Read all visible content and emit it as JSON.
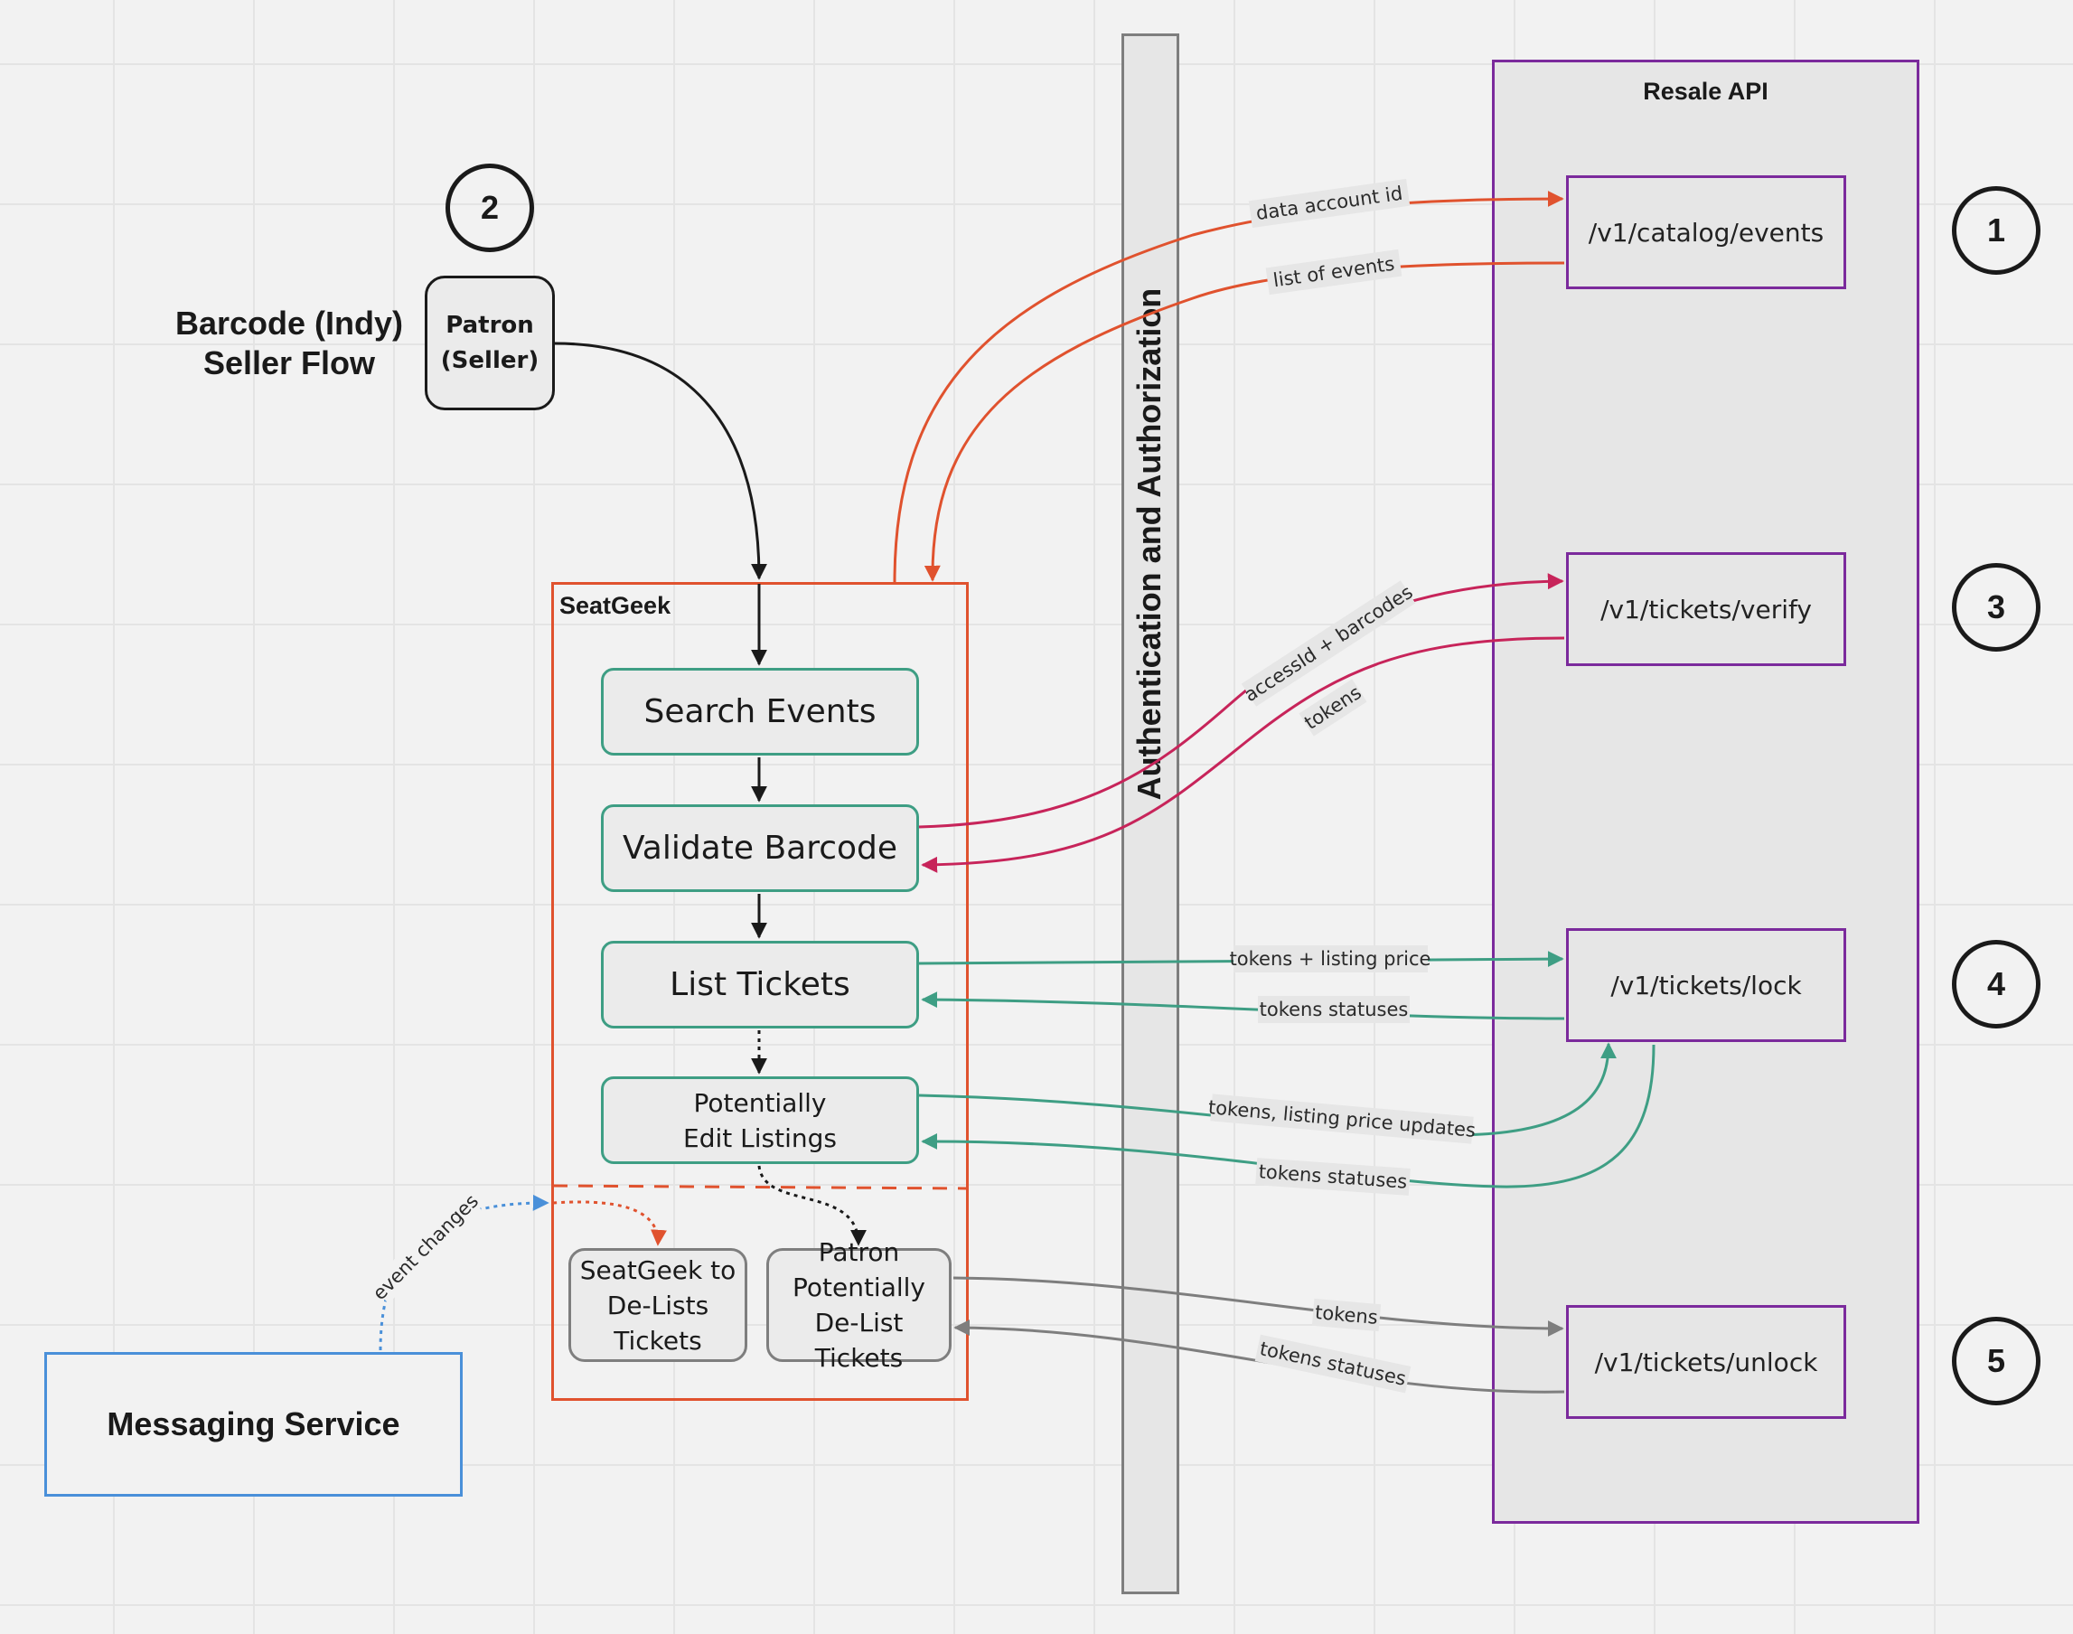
{
  "flow_title_line1": "Barcode (Indy)",
  "flow_title_line2": "Seller Flow",
  "patron": {
    "line1": "Patron",
    "line2": "(Seller)"
  },
  "messaging_service": "Messaging Service",
  "auth_bar_label": "Authentication and Authorization",
  "resale_api": {
    "title": "Resale API",
    "endpoints": [
      "/v1/catalog/events",
      "/v1/tickets/verify",
      "/v1/tickets/lock",
      "/v1/tickets/unlock"
    ]
  },
  "badges": [
    "1",
    "2",
    "3",
    "4",
    "5"
  ],
  "seatgeek": {
    "title": "SeatGeek",
    "steps": {
      "search_events": "Search Events",
      "validate_barcode": "Validate Barcode",
      "list_tickets": "List Tickets",
      "edit_line1": "Potentially",
      "edit_line2": "Edit Listings",
      "sg_delist_line1": "SeatGeek to",
      "sg_delist_line2": "De-Lists",
      "sg_delist_line3": "Tickets",
      "patron_delist_line1": "Patron",
      "patron_delist_line2": "Potentially",
      "patron_delist_line3": "De-List Tickets"
    }
  },
  "connector_labels": {
    "data_account_id": "data account id",
    "list_of_events": "list of events",
    "accessid_barcodes": "accessId + barcodes",
    "tokens_verify": "tokens",
    "tokens_listing_price": "tokens + listing price",
    "tokens_statuses_lock": "tokens statuses",
    "tokens_listing_updates": "tokens, listing price updates",
    "tokens_statuses_edit": "tokens statuses",
    "tokens_unlock": "tokens",
    "tokens_statuses_unlock": "tokens statuses",
    "event_changes": "event changes"
  },
  "colors": {
    "resale_border": "#7b2a9c",
    "seatgeek_border": "#e0522e",
    "step_border": "#3e9e84",
    "catalog_flow": "#e0522e",
    "verify_flow": "#c7245a",
    "lock_flow": "#3e9e84",
    "unlock_flow": "#7e7e7e",
    "messaging_flow": "#4a90d9"
  }
}
